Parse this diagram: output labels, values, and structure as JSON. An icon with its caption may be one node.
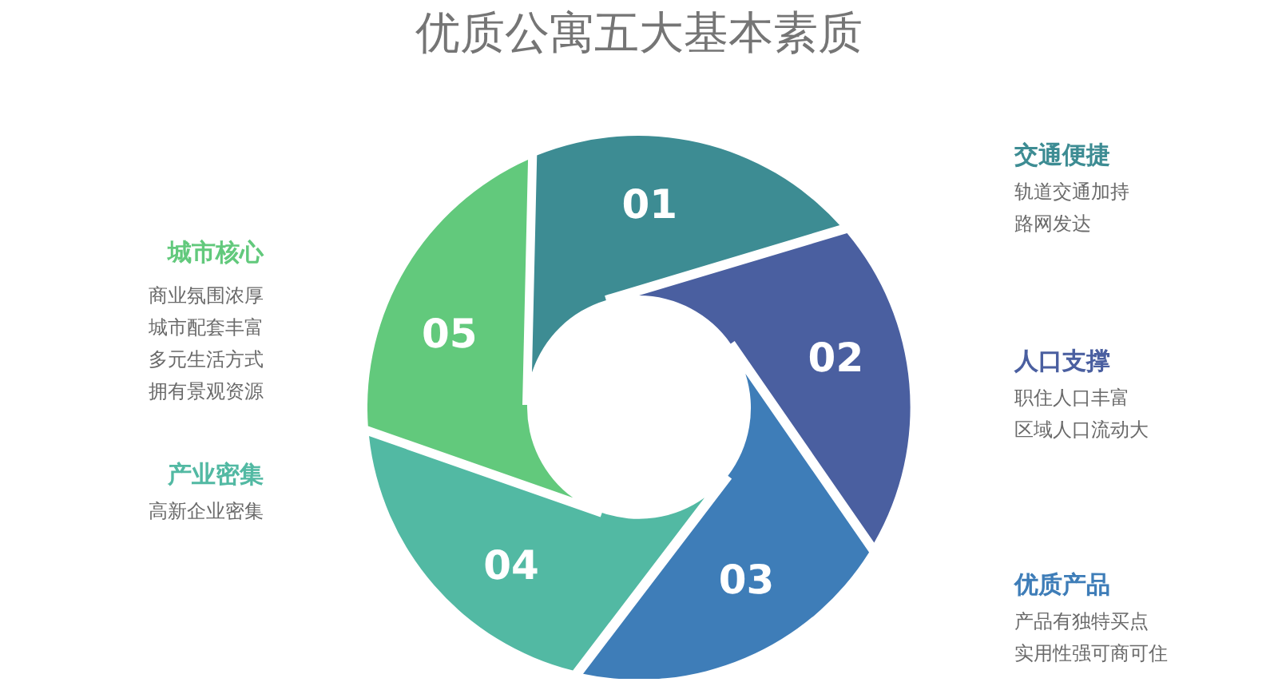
{
  "diagram": {
    "title": "优质公寓五大基本素质",
    "nodes": [
      {
        "text": [
          "01"
        ],
        "beside": [
          "交通便捷",
          "轨道交通加持",
          "路网发达"
        ]
      },
      {
        "text": [
          "02"
        ],
        "beside": [
          "人口支撑",
          "职住人口丰富",
          "区域人口流动大"
        ]
      },
      {
        "text": [
          "03"
        ],
        "beside": [
          "优质产品",
          "产品有独特买点",
          "实用性强可商可住"
        ]
      },
      {
        "text": [
          "04"
        ],
        "beside": [
          "产业密集",
          "高新企业密集"
        ]
      },
      {
        "text": [
          "05"
        ],
        "beside": [
          "城市核心",
          "商业氛围浓厚",
          "城市配套丰富",
          "多元生活方式",
          "拥有景观资源"
        ]
      }
    ]
  }
}
